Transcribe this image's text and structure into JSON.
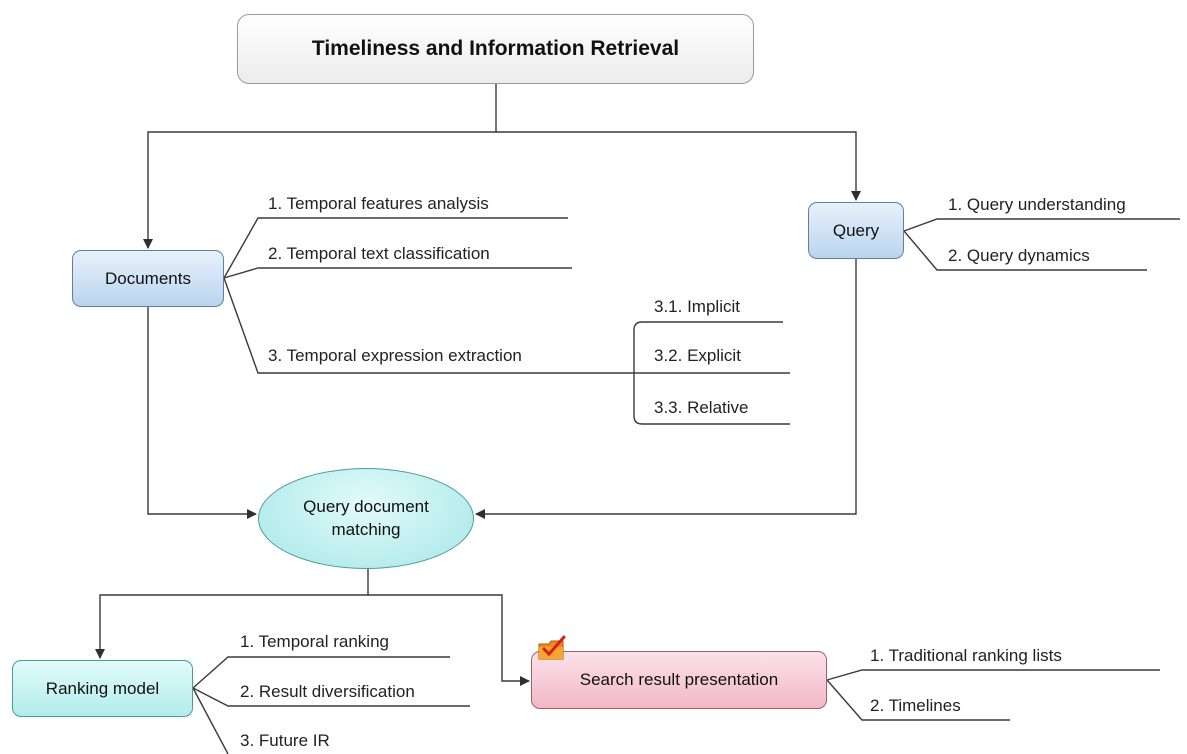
{
  "root": {
    "title": "Timeliness and Information Retrieval"
  },
  "documents": {
    "label": "Documents",
    "items": [
      "1. Temporal features analysis",
      "2. Temporal text classification",
      "3. Temporal expression extraction"
    ],
    "extraction_subitems": [
      "3.1.  Implicit",
      "3.2.  Explicit",
      "3.3.  Relative"
    ]
  },
  "query": {
    "label": "Query",
    "items": [
      "1. Query understanding",
      "2. Query dynamics"
    ]
  },
  "matching": {
    "line1": "Query document",
    "line2": "matching"
  },
  "ranking": {
    "label": "Ranking model",
    "items": [
      "1. Temporal ranking",
      "2. Result diversification",
      "3. Future IR"
    ]
  },
  "search": {
    "label": "Search result presentation",
    "items": [
      "1. Traditional ranking lists",
      "2. Timelines"
    ],
    "icon": "folder-check-icon"
  },
  "colors": {
    "connector": "#3a3a3a",
    "blue_node": "#b9d4ee",
    "cyan_node": "#a6e6e6",
    "pink_node": "#f2b7c6"
  }
}
